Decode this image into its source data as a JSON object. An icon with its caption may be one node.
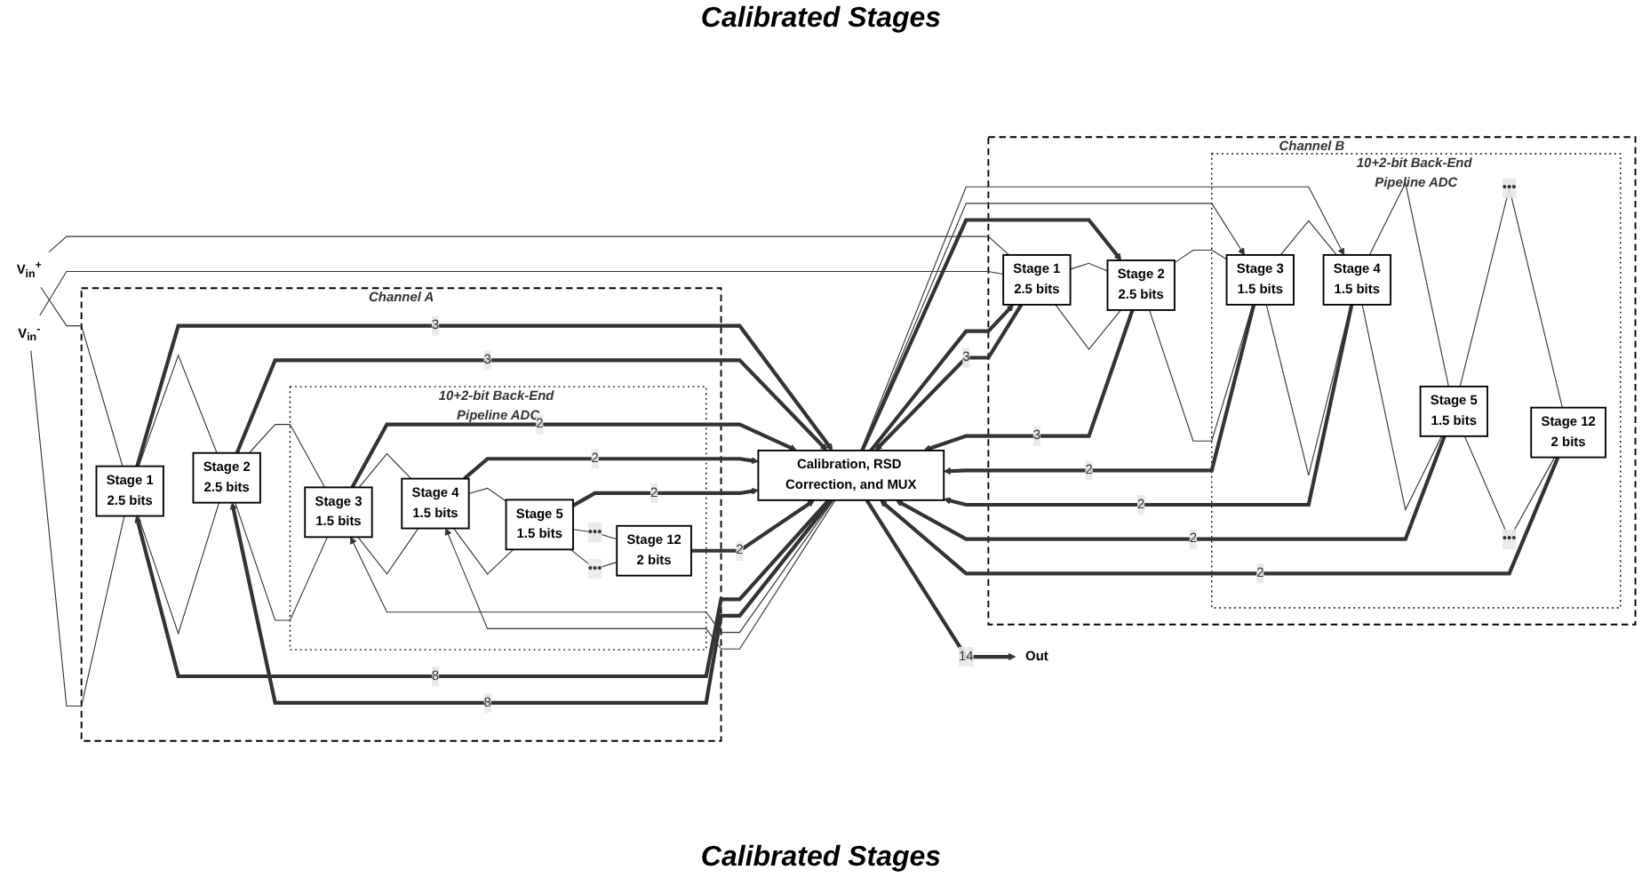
{
  "diagram": {
    "nodes": [
      {
        "text": [
          "V$_{in}$$^{+}$"
        ]
      },
      {
        "text": [
          "V$_{in}$$^{-}$"
        ]
      },
      {
        "text": [
          "Channel A"
        ]
      },
      {
        "text": [
          "Stage 1",
          "2.5 bits"
        ],
        "in": 2
      },
      {
        "text": [
          "Stage 2",
          "2.5 bits"
        ],
        "in": 2
      },
      {
        "text": [
          "10+2-bit Back-End Pipeline ADC"
        ],
        "in": 2
      },
      {
        "text": [
          "Stage 3",
          "1.5 bits"
        ],
        "in": 5
      },
      {
        "text": [
          "Stage 4",
          "1.5 bits"
        ],
        "in": 5
      },
      {
        "text": [
          "Stage 5",
          "1.5 bits"
        ],
        "in": 5
      },
      {
        "text": [
          "Stage 12",
          "2 bits"
        ],
        "in": 5
      },
      {
        "text": [
          "Calibration, RSD Correction, and MUX"
        ]
      },
      {
        "text": [
          "Out"
        ]
      },
      {
        "text": [
          "Channel B"
        ]
      },
      {
        "text": [
          "Stage 1",
          "2.5 bits"
        ],
        "in": 12
      },
      {
        "text": [
          "Stage 2",
          "2.5 bits"
        ],
        "in": 12
      },
      {
        "text": [
          "10+2-bit Back-End Pipeline ADC"
        ],
        "in": 12
      },
      {
        "text": [
          "Stage 3",
          "1.5 bits"
        ],
        "in": 15
      },
      {
        "text": [
          "Stage 4",
          "1.5 bits"
        ],
        "in": 15
      },
      {
        "text": [
          "Stage 5",
          "1.5 bits"
        ],
        "in": 15
      },
      {
        "text": [
          "Stage 12",
          "2 bits"
        ],
        "in": 15
      }
    ],
    "edges": [
      {
        "from": 0,
        "to": 3,
        "arrow": "none"
      },
      {
        "from": 0,
        "to": 13,
        "arrow": "none"
      },
      {
        "from": 1,
        "to": 3,
        "arrow": "none"
      },
      {
        "from": 1,
        "to": 13,
        "arrow": "none"
      },
      {
        "from": 3,
        "to": 4,
        "arrow": "none"
      },
      {
        "from": 3,
        "to": 4,
        "arrow": "none"
      },
      {
        "from": 4,
        "to": 6,
        "arrow": "none"
      },
      {
        "from": 4,
        "to": 6,
        "arrow": "none"
      },
      {
        "from": 6,
        "to": 7,
        "arrow": "none"
      },
      {
        "from": 6,
        "to": 7,
        "arrow": "none"
      },
      {
        "from": 7,
        "to": 8,
        "arrow": "none"
      },
      {
        "from": 7,
        "to": 8,
        "arrow": "none"
      },
      {
        "from": 8,
        "to": 9,
        "label": "•••",
        "arrow": "none"
      },
      {
        "from": 8,
        "to": 9,
        "label": "•••",
        "arrow": "none"
      },
      {
        "from": 3,
        "to": 10,
        "label": "3",
        "arrow": "to",
        "style": "thick"
      },
      {
        "from": 10,
        "to": 3,
        "label": "8",
        "arrow": "to",
        "style": "thick"
      },
      {
        "from": 4,
        "to": 10,
        "label": "3",
        "arrow": "to",
        "style": "thick"
      },
      {
        "from": 10,
        "to": 4,
        "label": "8",
        "arrow": "to",
        "style": "thick"
      },
      {
        "from": 6,
        "to": 10,
        "label": "2",
        "arrow": "to",
        "style": "thick"
      },
      {
        "from": 10,
        "to": 6,
        "arrow": "to"
      },
      {
        "from": 7,
        "to": 10,
        "label": "2",
        "arrow": "to",
        "style": "thick"
      },
      {
        "from": 10,
        "to": 7,
        "arrow": "to"
      },
      {
        "from": 8,
        "to": 10,
        "label": "2",
        "arrow": "to",
        "style": "thick"
      },
      {
        "from": 9,
        "to": 10,
        "label": "2",
        "arrow": "to",
        "style": "thick"
      },
      {
        "from": 10,
        "to": 11,
        "label": "14",
        "arrow": "to",
        "style": "thick"
      },
      {
        "from": 13,
        "to": 10,
        "label": "3",
        "arrow": "to",
        "style": "thick"
      },
      {
        "from": 10,
        "to": 13,
        "arrow": "to",
        "style": "thick"
      },
      {
        "from": 14,
        "to": 10,
        "label": "3",
        "arrow": "to",
        "style": "thick"
      },
      {
        "from": 10,
        "to": 14,
        "arrow": "to",
        "style": "thick"
      },
      {
        "from": 16,
        "to": 10,
        "label": "2",
        "arrow": "to",
        "style": "thick"
      },
      {
        "from": 10,
        "to": 16,
        "arrow": "to"
      },
      {
        "from": 17,
        "to": 10,
        "label": "2",
        "arrow": "to",
        "style": "thick"
      },
      {
        "from": 10,
        "to": 17,
        "arrow": "to"
      },
      {
        "from": 18,
        "to": 10,
        "label": "2",
        "arrow": "to",
        "style": "thick"
      },
      {
        "from": 19,
        "to": 10,
        "label": "2",
        "arrow": "to",
        "style": "thick"
      },
      {
        "from": 13,
        "to": 14,
        "arrow": "none"
      },
      {
        "from": 13,
        "to": 14,
        "arrow": "none"
      },
      {
        "from": 14,
        "to": 16,
        "arrow": "none"
      },
      {
        "from": 14,
        "to": 16,
        "arrow": "none"
      },
      {
        "from": 16,
        "to": 17,
        "arrow": "none"
      },
      {
        "from": 16,
        "to": 17,
        "arrow": "none"
      },
      {
        "from": 17,
        "to": 18,
        "arrow": "none"
      },
      {
        "from": 17,
        "to": 18,
        "arrow": "none"
      },
      {
        "from": 18,
        "to": 19,
        "label": "•••",
        "arrow": "none"
      },
      {
        "from": 18,
        "to": 19,
        "label": "•••",
        "arrow": "none"
      }
    ],
    "labels": [
      "Calibrated Stages",
      "Calibrated Stages"
    ]
  }
}
